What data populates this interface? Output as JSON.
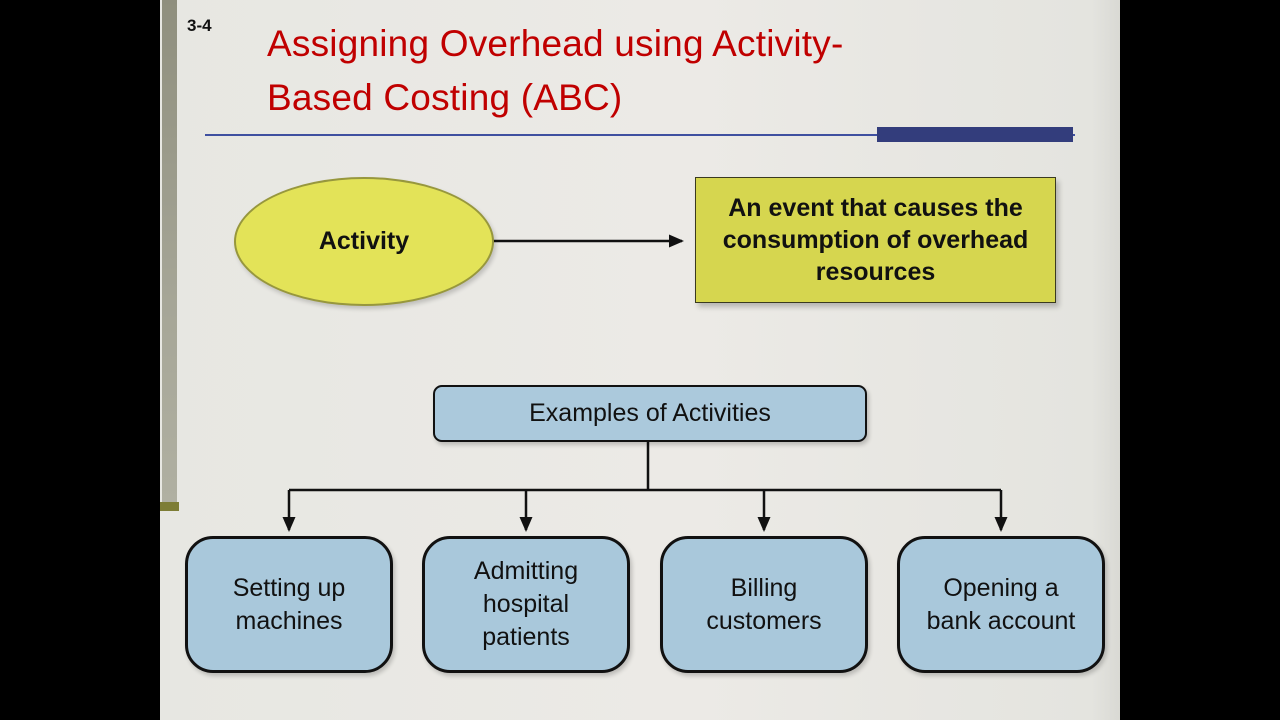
{
  "slide": {
    "page_number": "3-4",
    "title": {
      "line1": "Assigning Overhead using Activity-",
      "line2": "Based Costing (ABC)"
    },
    "activity": {
      "label": "Activity"
    },
    "definition": {
      "text": "An event that causes the consumption of overhead resources"
    },
    "examples_header": {
      "label": "Examples of Activities"
    },
    "examples": [
      {
        "label": "Setting up machines"
      },
      {
        "label": "Admitting hospital patients"
      },
      {
        "label": "Billing customers"
      },
      {
        "label": "Opening a bank account"
      }
    ],
    "colors": {
      "title_red": "#c00000",
      "ellipse_fill": "#e3e358",
      "definition_fill": "#d6d64f",
      "example_fill": "#a9c8db",
      "divider_blue": "#3f50a0",
      "accent_bar_navy": "#333d7c",
      "slide_background": "#e9e9e4",
      "connector_black": "#111111"
    }
  }
}
